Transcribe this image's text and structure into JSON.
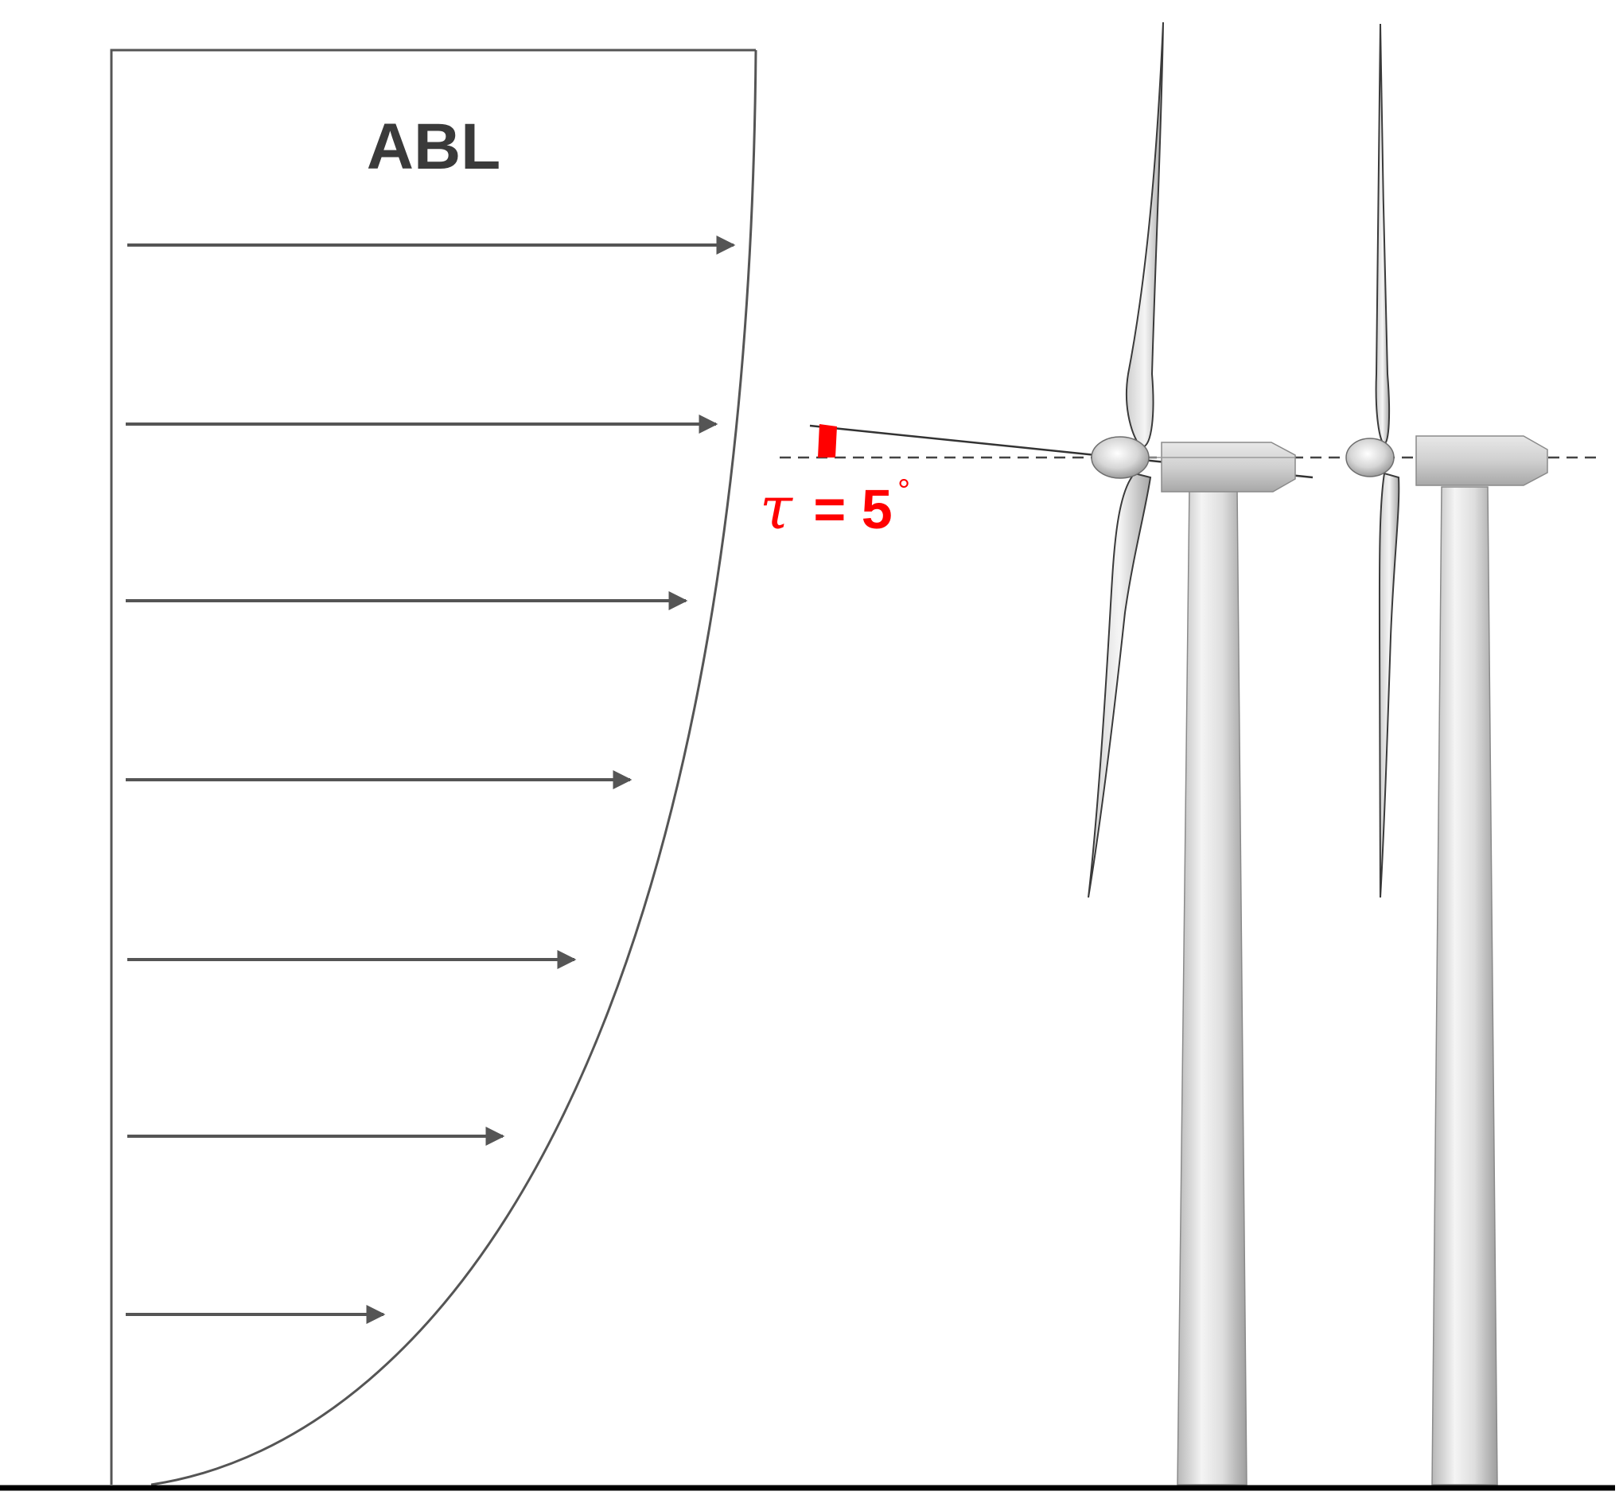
{
  "diagram": {
    "abl_label": "ABL",
    "tilt": {
      "symbol": "τ",
      "equals_value": "= 5",
      "degree_sign": "°"
    },
    "wind_arrow_count": 7,
    "turbine_count": 2,
    "colors": {
      "line": "#555555",
      "ground": "#000000",
      "annotation": "#ff0000",
      "turbine_light": "#f2f2f2",
      "turbine_mid": "#c8c8c8",
      "turbine_dark": "#9a9a9a"
    }
  }
}
